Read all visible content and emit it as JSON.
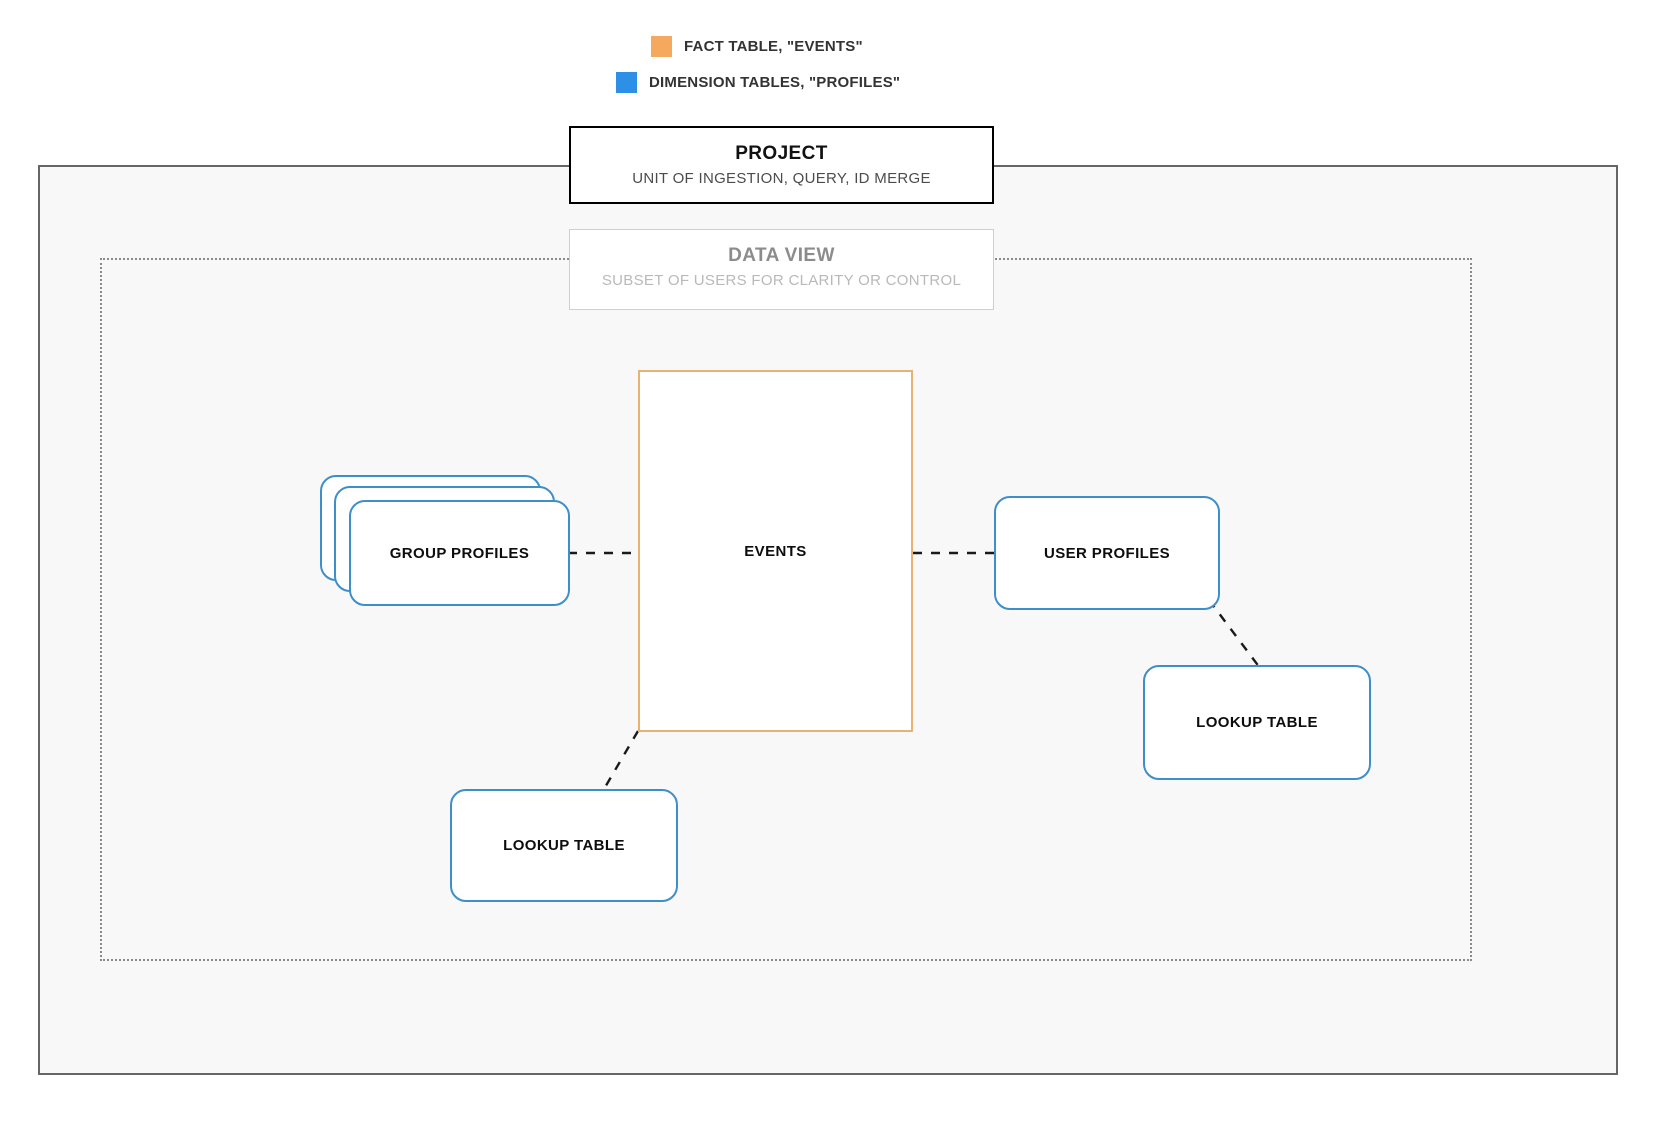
{
  "legend": {
    "items": [
      {
        "label": "FACT TABLE, \"EVENTS\"",
        "color": "#f4a95e",
        "icon": "square-swatch-icon"
      },
      {
        "label": "DIMENSION TABLES, \"PROFILES\"",
        "color": "#2d8fe5",
        "icon": "square-swatch-icon"
      }
    ]
  },
  "regions": {
    "project": {
      "title": "PROJECT",
      "subtitle": "UNIT OF INGESTION, QUERY, ID MERGE",
      "border_color": "#000000",
      "fill_color": "#f8f8f8"
    },
    "data_view": {
      "title": "DATA VIEW",
      "subtitle": "SUBSET OF USERS FOR CLARITY OR CONTROL",
      "border_color": "#cfcfcf",
      "fill_color": "transparent"
    }
  },
  "nodes": {
    "events": {
      "label": "EVENTS",
      "kind": "fact-table",
      "color": "#e8b273"
    },
    "group_profiles": {
      "label": "GROUP PROFILES",
      "kind": "dimension-table-stack",
      "color": "#3d8ec9",
      "stack_count": 3
    },
    "user_profiles": {
      "label": "USER PROFILES",
      "kind": "dimension-table",
      "color": "#3d8ec9"
    },
    "lookup_table_left": {
      "label": "LOOKUP TABLE",
      "kind": "dimension-table",
      "color": "#3d8ec9"
    },
    "lookup_table_right": {
      "label": "LOOKUP TABLE",
      "kind": "dimension-table",
      "color": "#3d8ec9"
    }
  },
  "edges": [
    {
      "from": "group_profiles",
      "to": "events",
      "style": "dashed"
    },
    {
      "from": "events",
      "to": "user_profiles",
      "style": "dashed"
    },
    {
      "from": "user_profiles",
      "to": "lookup_table_right",
      "style": "dashed"
    },
    {
      "from": "events",
      "to": "lookup_table_left",
      "style": "dashed"
    }
  ]
}
